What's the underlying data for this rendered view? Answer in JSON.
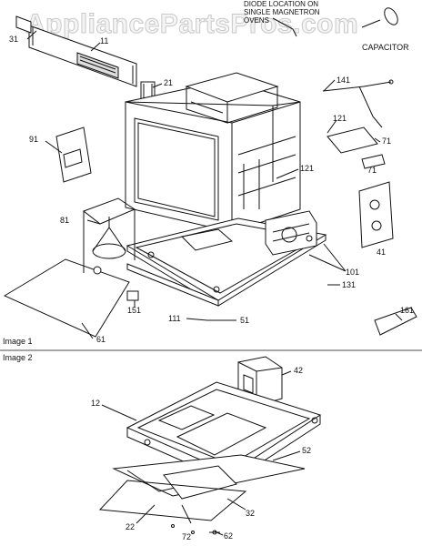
{
  "watermark": "AppliancePartsPros.com",
  "note_lines": [
    "DIODE LOCATION ON",
    "SINGLE MAGNETRON",
    "OVENS"
  ],
  "capacitor_label": "CAPACITOR",
  "sections": {
    "image1": "Image 1",
    "image2": "Image 2"
  },
  "parts_image1": {
    "p31": "31",
    "p11": "11",
    "p21": "21",
    "p141": "141",
    "p121a": "121",
    "p121b": "121",
    "p91": "91",
    "p71a": "71",
    "p71b": "71",
    "p81": "81",
    "p41": "41",
    "p101": "101",
    "p131": "131",
    "p151": "151",
    "p111": "111",
    "p51": "51",
    "p61": "61",
    "p161": "161"
  },
  "parts_image2": {
    "p42": "42",
    "p12": "12",
    "p52": "52",
    "p32": "32",
    "p22": "22",
    "p72": "72",
    "p62": "62"
  }
}
